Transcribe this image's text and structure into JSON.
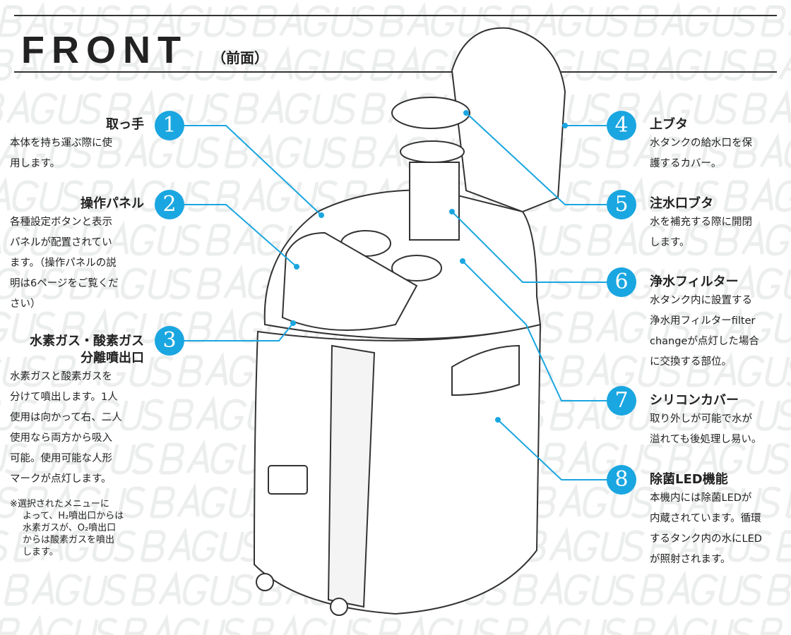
{
  "watermark": "BAGUS",
  "header": {
    "title": "FRONT",
    "subtitle": "（前面）"
  },
  "accent": "#1aa6e0",
  "items": [
    {
      "num": "1",
      "title": "取っ手",
      "lines": [
        "本体を持ち運ぶ際に使",
        "用します。"
      ]
    },
    {
      "num": "2",
      "title": "操作パネル",
      "lines": [
        "各種設定ボタンと表示",
        "パネルが配置されてい",
        "ます。（操作パネルの説",
        "明は6ページをご覧くだ",
        "さい）"
      ]
    },
    {
      "num": "3",
      "title": "水素ガス・酸素ガス",
      "title2": "分離噴出口",
      "lines": [
        "水素ガスと酸素ガスを",
        "分けて噴出します。1人",
        "使用は向かって右、二人",
        "使用なら両方から吸入",
        "可能。使用可能な人形",
        "マークが点灯します。"
      ],
      "note": [
        "※選択されたメニューに",
        "よって、H₂噴出口からは",
        "水素ガスが、O₂噴出口",
        "からは酸素ガスを噴出",
        "します。"
      ]
    },
    {
      "num": "4",
      "title": "上ブタ",
      "lines": [
        "水タンクの給水口を保",
        "護するカバー。"
      ]
    },
    {
      "num": "5",
      "title": "注水口ブタ",
      "lines": [
        "水を補充する際に開閉",
        "します。"
      ]
    },
    {
      "num": "6",
      "title": "浄水フィルター",
      "lines": [
        "水タンク内に設置する",
        "浄水用フィルターfilter",
        "changeが点灯した場合",
        "に交換する部位。"
      ]
    },
    {
      "num": "7",
      "title": "シリコンカバー",
      "lines": [
        "取り外しが可能で水が",
        "溢れても後処理し易い。"
      ]
    },
    {
      "num": "8",
      "title": "除菌LED機能",
      "lines": [
        "本機内には除菌LEDが",
        "内蔵されています。循環",
        "するタンク内の水にLED",
        "が照射されます。"
      ]
    }
  ]
}
